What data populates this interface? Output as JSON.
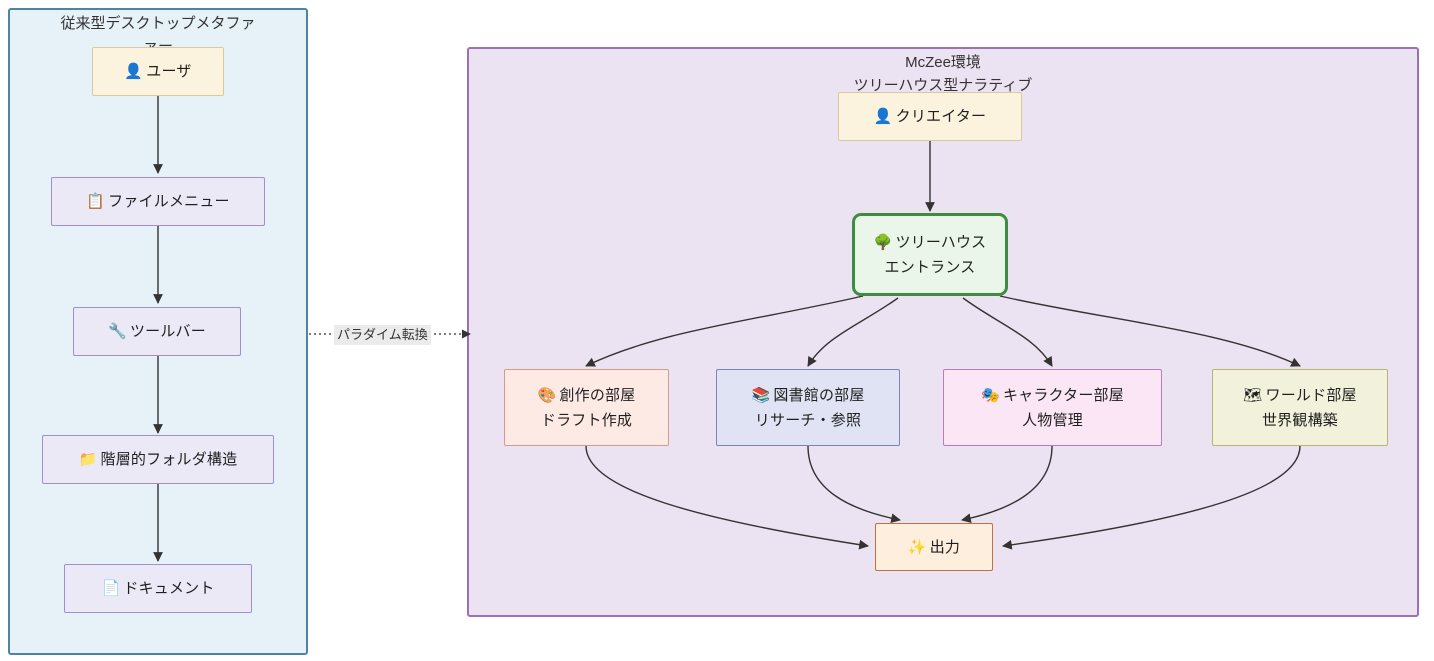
{
  "diagram": {
    "type": "flowchart",
    "clusters": [
      {
        "id": "legacy",
        "title": "従来型デスクトップメタファ\nァー",
        "border_color": "#4d85a0",
        "fill_color": "#e7f2f8"
      },
      {
        "id": "mczee",
        "title": "McZee環境\nツリーハウス型ナラティブ",
        "border_color": "#9d6fb5",
        "fill_color": "#ece3f2"
      }
    ],
    "nodes": {
      "user": {
        "icon": "👤",
        "line1": "ユーザ",
        "line2": ""
      },
      "filemenu": {
        "icon": "📋",
        "line1": "ファイルメニュー",
        "line2": ""
      },
      "toolbar": {
        "icon": "🔧",
        "line1": "ツールバー",
        "line2": ""
      },
      "folders": {
        "icon": "📁",
        "line1": "階層的フォルダ構造",
        "line2": ""
      },
      "document": {
        "icon": "📄",
        "line1": "ドキュメント",
        "line2": ""
      },
      "creator": {
        "icon": "👤",
        "line1": "クリエイター",
        "line2": ""
      },
      "entrance": {
        "icon": "🌳",
        "line1": "ツリーハウス",
        "line2": "エントランス"
      },
      "create_room": {
        "icon": "🎨",
        "line1": "創作の部屋",
        "line2": "ドラフト作成"
      },
      "library_room": {
        "icon": "📚",
        "line1": "図書館の部屋",
        "line2": "リサーチ・参照"
      },
      "character_room": {
        "icon": "🎭",
        "line1": "キャラクター部屋",
        "line2": "人物管理"
      },
      "world_room": {
        "icon": "🗺",
        "line1": "ワールド部屋",
        "line2": "世界観構築"
      },
      "output": {
        "icon": "✨",
        "line1": "出力",
        "line2": ""
      }
    },
    "edges": {
      "paradigm_label": "パラダイム転換"
    }
  }
}
